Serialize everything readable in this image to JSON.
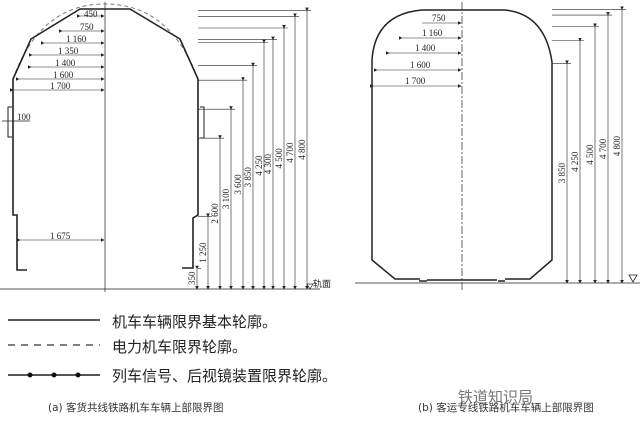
{
  "diagram_a": {
    "caption": "(a) 客货共线铁路机车车辆上部限界图",
    "widths": [
      "450",
      "750",
      "1 160",
      "1 350",
      "1 400",
      "1 600",
      "1 700",
      "1 675",
      "100"
    ],
    "heights": [
      "350",
      "1 250",
      "2 600",
      "3 100",
      "3 600",
      "3 850",
      "4 250",
      "4 300",
      "4 500",
      "4 700",
      "4 800"
    ],
    "rail_label": "轨面"
  },
  "diagram_b": {
    "caption": "(b) 客运专线铁路机车车辆上部限界图",
    "widths": [
      "750",
      "1 160",
      "1 400",
      "1 600",
      "1 700"
    ],
    "heights": [
      "3 850",
      "4 250",
      "4 500",
      "4 700",
      "4 800"
    ]
  },
  "legend": [
    {
      "style": "solid",
      "label": "机车车辆限界基本轮廓。"
    },
    {
      "style": "dashed",
      "label": "电力机车限界轮廓。"
    },
    {
      "style": "dotted-line",
      "label": "列车信号、后视镜装置限界轮廓。"
    }
  ],
  "watermark": "铁道知识局"
}
